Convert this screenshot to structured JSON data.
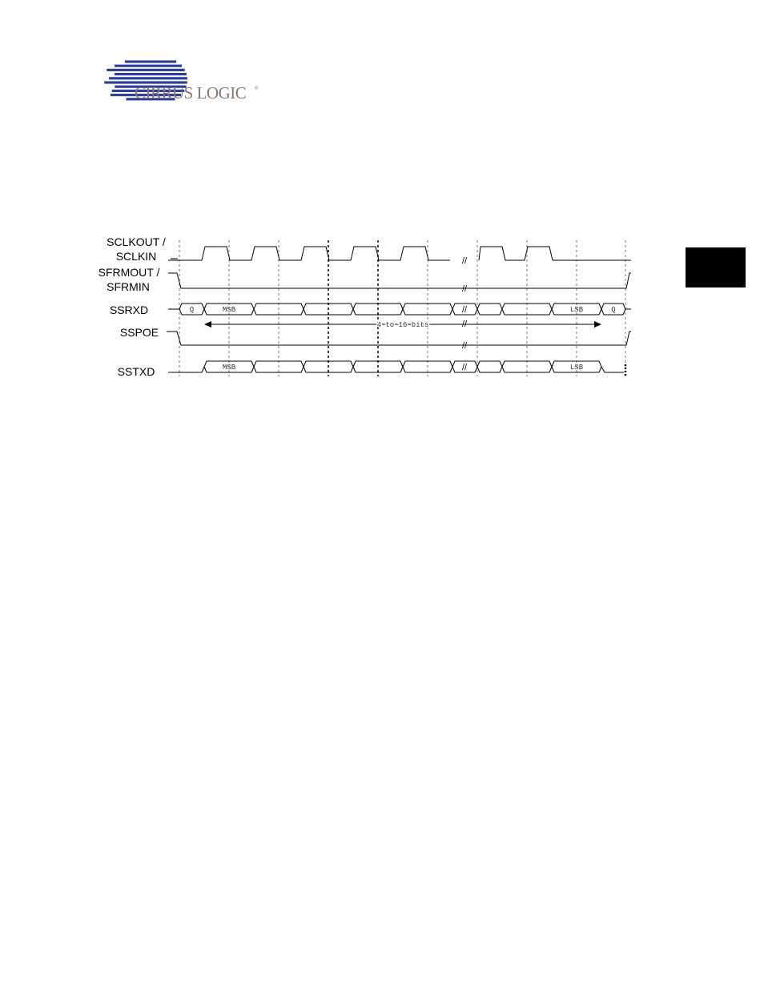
{
  "logo": {
    "brand": "CIRRUS LOGIC",
    "registered": "®",
    "emblem": "striped-globe-icon"
  },
  "side_tab": {
    "color": "#000000"
  },
  "timing_diagram": {
    "signals": [
      {
        "id": "sclk",
        "label_lines": [
          "SCLKOUT /",
          "SCLKIN"
        ]
      },
      {
        "id": "sfrm",
        "label_lines": [
          "SFRMOUT /",
          "SFRMIN"
        ]
      },
      {
        "id": "ssrxd",
        "label_lines": [
          "SSRXD"
        ]
      },
      {
        "id": "sspoe",
        "label_lines": [
          "SSPOE"
        ]
      },
      {
        "id": "sstxd",
        "label_lines": [
          "SSTXD"
        ]
      }
    ],
    "ssrxd_cells": [
      "Q",
      "MSB",
      "",
      "",
      "",
      "",
      "",
      "",
      "",
      "LSB",
      "Q"
    ],
    "sstxd_cells": [
      "MSB",
      "",
      "",
      "",
      "",
      "",
      "",
      "",
      "LSB"
    ],
    "span_label": "4 to 16 bits",
    "break_symbol": "//"
  }
}
